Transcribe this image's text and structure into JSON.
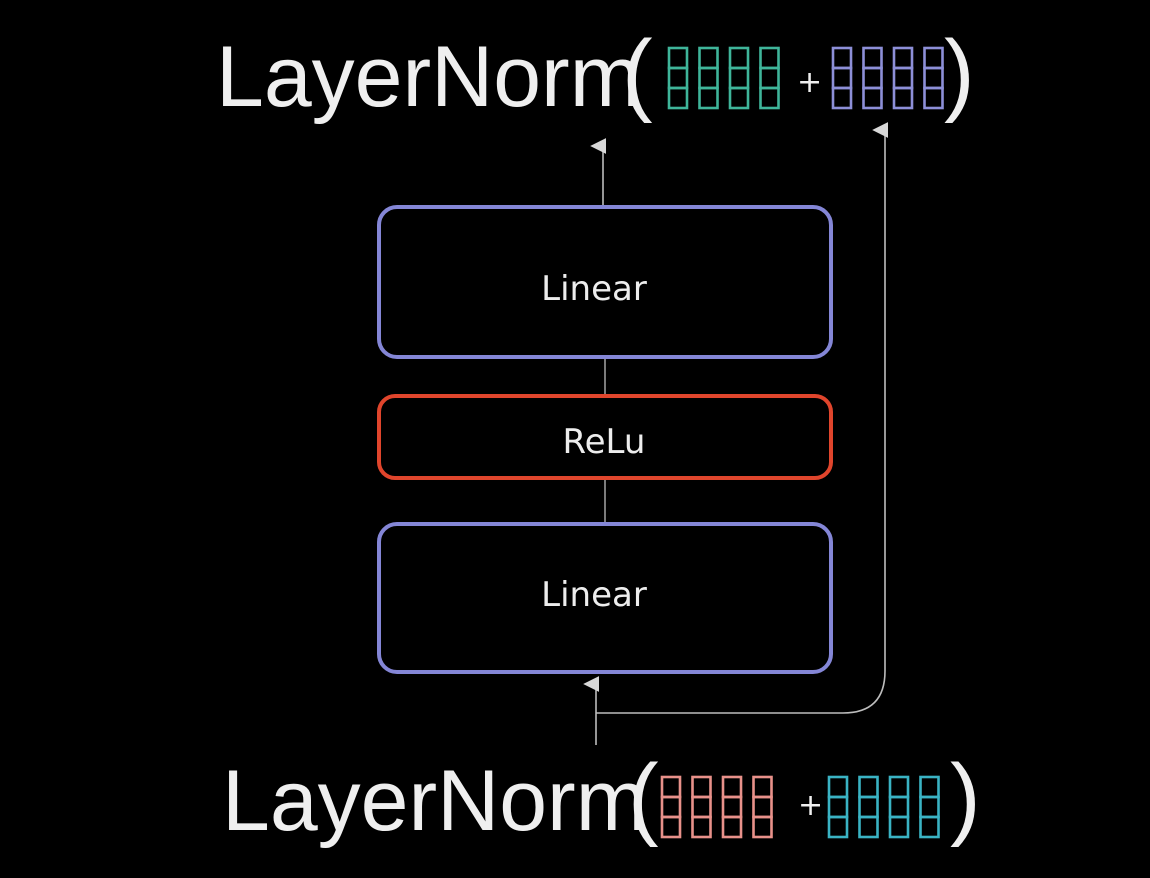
{
  "diagram": {
    "title": "Feed-forward block with residual connection and LayerNorm",
    "top_equation": {
      "function": "LayerNorm",
      "open_paren": "(",
      "close_paren": ")",
      "operator": "+",
      "left_vector": {
        "columns": 4,
        "rows": 3,
        "color": "#3fb59a"
      },
      "right_vector": {
        "columns": 4,
        "rows": 3,
        "color": "#8d8fd8"
      }
    },
    "bottom_equation": {
      "function": "LayerNorm",
      "open_paren": "(",
      "close_paren": ")",
      "operator": "+",
      "left_vector": {
        "columns": 4,
        "rows": 3,
        "color": "#e8918a"
      },
      "right_vector": {
        "columns": 4,
        "rows": 3,
        "color": "#3ab3c4"
      }
    },
    "blocks": [
      {
        "id": "linear-top",
        "label": "Linear",
        "color": "#8486d6"
      },
      {
        "id": "relu",
        "label": "ReLu",
        "color": "#e0452c"
      },
      {
        "id": "linear-bottom",
        "label": "Linear",
        "color": "#8486d6"
      }
    ],
    "connector_color": "#bdbdbd"
  }
}
